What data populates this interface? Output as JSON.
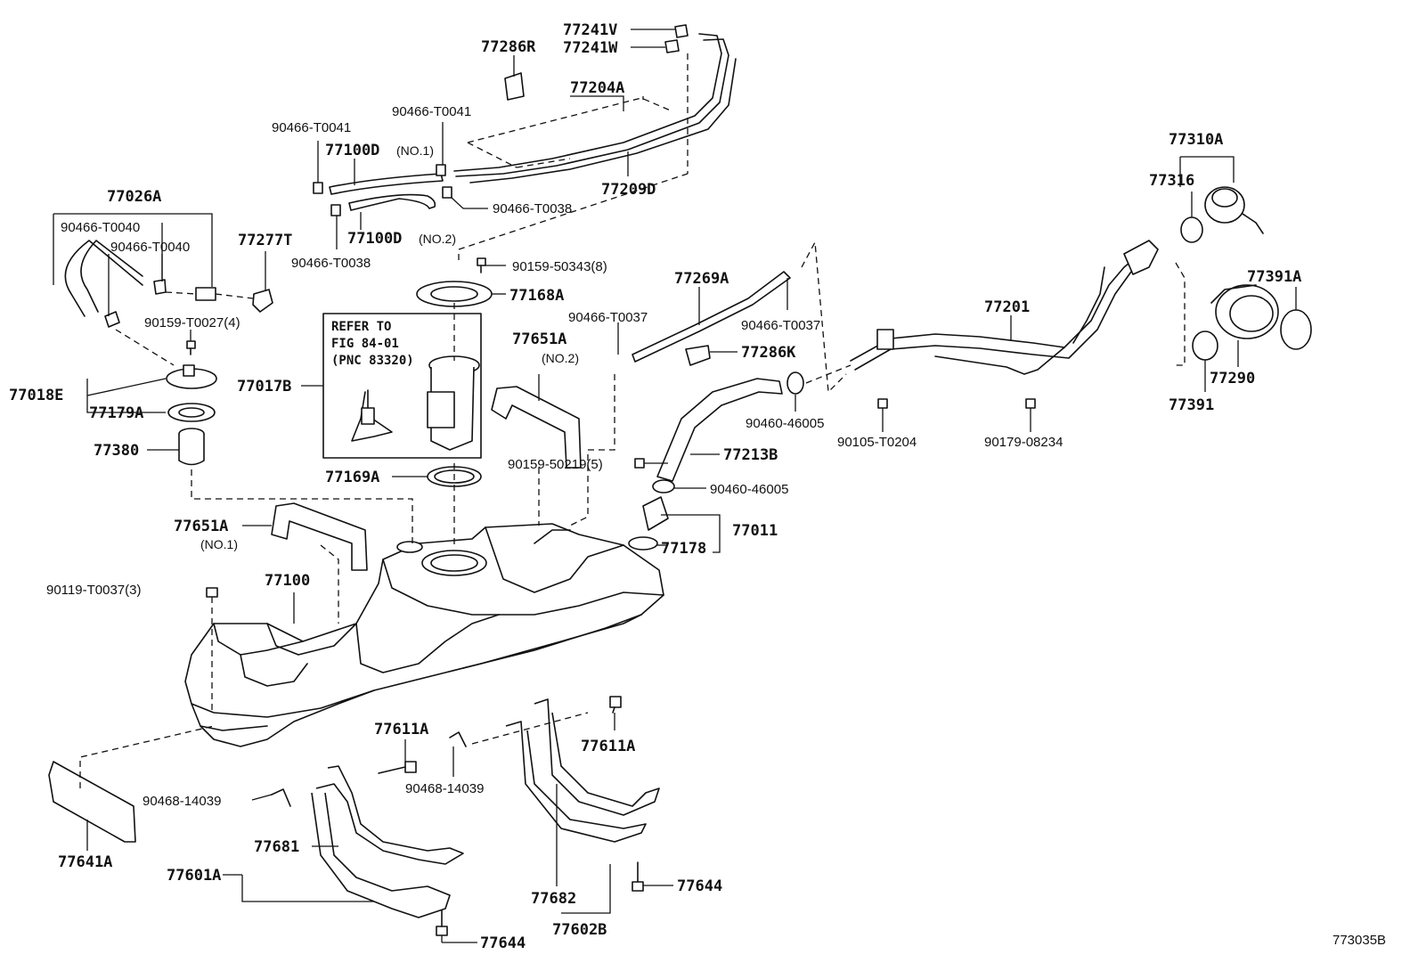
{
  "diagram_id": "773035B",
  "labels": {
    "p77241V": "77241V",
    "p77241W": "77241W",
    "p77286R": "77286R",
    "p77204A": "77204A",
    "p77209D": "77209D",
    "c90466_T0041_a": "90466-T0041",
    "c90466_T0041_b": "90466-T0041",
    "p77100D_1": "77100D",
    "note_no1_hose": "(NO.1)",
    "p77100D_2": "77100D",
    "note_no2_hose": "(NO.2)",
    "c90466_T0038_a": "90466-T0038",
    "c90466_T0038_b": "90466-T0038",
    "p77026A": "77026A",
    "c90466_T0040_a": "90466-T0040",
    "c90466_T0040_b": "90466-T0040",
    "p77277T": "77277T",
    "c90159_T0027": "90159-T0027(4)",
    "p77018E": "77018E",
    "p77179A": "77179A",
    "p77380": "77380",
    "c90159_50343": "90159-50343(8)",
    "p77168A": "77168A",
    "p77017B": "77017B",
    "ref_line1": "REFER TO",
    "ref_line2": "FIG 84-01",
    "ref_line3": "(PNC 83320)",
    "p77169A": "77169A",
    "p77651A_2": "77651A",
    "note_no2_band": "(NO.2)",
    "p77651A_1": "77651A",
    "note_no1_band": "(NO.1)",
    "c90119_T0037": "90119-T0037(3)",
    "p77100": "77100",
    "p77269A": "77269A",
    "c90466_T0037_a": "90466-T0037",
    "c90466_T0037_b": "90466-T0037",
    "p77286K": "77286K",
    "p77201": "77201",
    "c90460_46005_a": "90460-46005",
    "c90460_46005_b": "90460-46005",
    "c90105_T0204": "90105-T0204",
    "c90179_08234": "90179-08234",
    "p77213B": "77213B",
    "c90159_50219": "90159-50219(5)",
    "p77011": "77011",
    "p77178": "77178",
    "p77310A": "77310A",
    "p77316": "77316",
    "p77391A": "77391A",
    "p77290": "77290",
    "p77391": "77391",
    "p77611A_a": "77611A",
    "p77611A_b": "77611A",
    "c90468_14039_a": "90468-14039",
    "c90468_14039_b": "90468-14039",
    "p77641A": "77641A",
    "p77681": "77681",
    "p77601A": "77601A",
    "p77644_a": "77644",
    "p77644_b": "77644",
    "p77682": "77682",
    "p77602B": "77602B"
  }
}
